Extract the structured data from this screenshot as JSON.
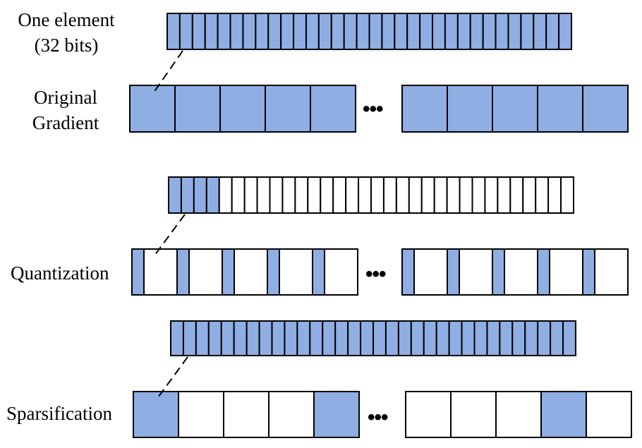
{
  "labels": {
    "one_element_line1": "One element",
    "one_element_line2": "(32 bits)",
    "original_line1": "Original",
    "original_line2": "Gradient",
    "quantization": "Quantization",
    "sparsification": "Sparsification"
  },
  "ellipsis": "•••",
  "colors": {
    "fill": "#8faee3",
    "empty": "#ffffff",
    "stroke": "#000000"
  },
  "bit_strips": {
    "original": {
      "bits": 32,
      "filled_bits": 32
    },
    "quantization": {
      "bits": 32,
      "filled_bits": 4
    },
    "sparsification": {
      "bits": 32,
      "filled_bits": 32
    }
  },
  "element_rows": {
    "original": {
      "left_group": [
        "full",
        "full",
        "full",
        "full",
        "full"
      ],
      "right_group": [
        "full",
        "full",
        "full",
        "full",
        "full"
      ]
    },
    "quantization": {
      "left_group": [
        "sliver",
        "sliver",
        "sliver",
        "sliver",
        "sliver"
      ],
      "right_group": [
        "sliver",
        "sliver",
        "sliver",
        "sliver",
        "sliver"
      ]
    },
    "sparsification": {
      "left_group": [
        "full",
        "empty",
        "empty",
        "empty",
        "full"
      ],
      "right_group": [
        "empty",
        "empty",
        "empty",
        "full",
        "empty"
      ]
    }
  }
}
